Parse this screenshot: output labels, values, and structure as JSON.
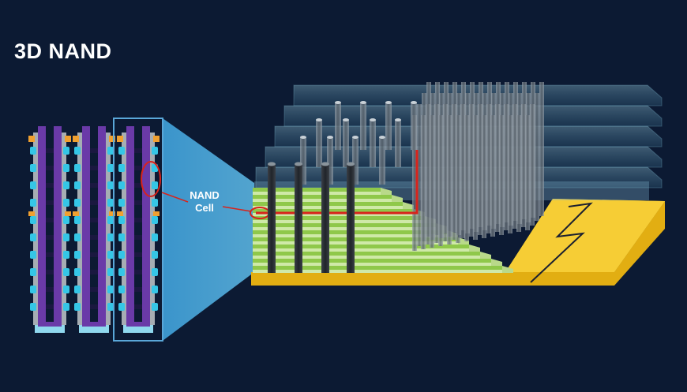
{
  "title": "3D NAND",
  "callout": {
    "line1": "NAND",
    "line2": "Cell"
  },
  "colors": {
    "background": "#0c1a33",
    "gate_purple": "#6a3aa8",
    "channel_cyan": "#35c6e6",
    "layer_green": "#8fc84a",
    "substrate_yellow": "#f2c21c",
    "highlight_red": "#d8231b",
    "zoom_blue": "#4aa6d8"
  },
  "icons": [
    "red-circle-marker"
  ]
}
